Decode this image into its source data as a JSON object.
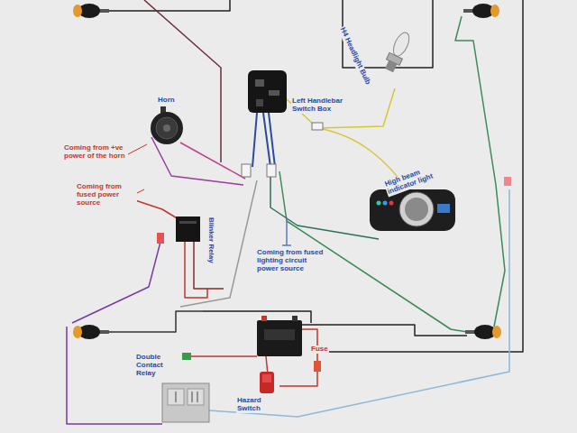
{
  "diagram": {
    "labels": [
      "Horn",
      "Coming from +ve power of the horn",
      "Coming from fused power source",
      "Left Handlebar Switch Box",
      "H4 Headlight Bulb",
      "High beam indicator light",
      "Coming from fused lighting circuit power source",
      "Blinker Relay",
      "Fuse",
      "Double Contact Relay",
      "Hazard Switch"
    ]
  }
}
